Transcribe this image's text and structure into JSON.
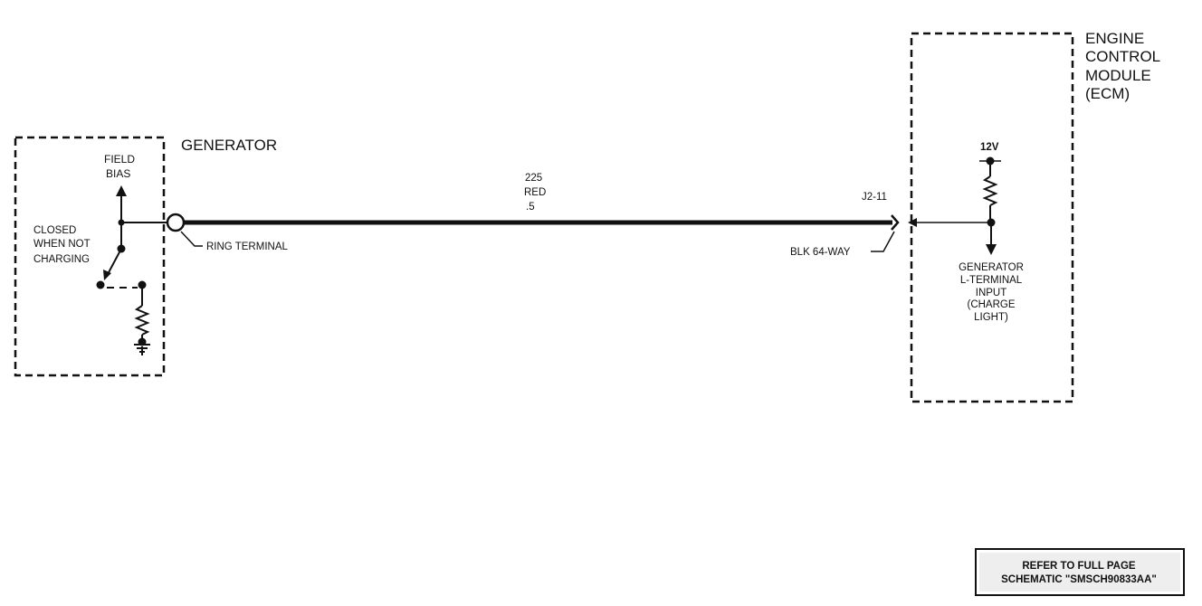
{
  "generator": {
    "title": "GENERATOR",
    "field_bias": [
      "FIELD",
      "BIAS"
    ],
    "closed_when_not_charging": [
      "CLOSED",
      "WHEN NOT",
      "CHARGING"
    ],
    "ring_terminal": "RING TERMINAL"
  },
  "wire": {
    "circuit": "225",
    "color": "RED",
    "gauge": ".5"
  },
  "connector": {
    "pin": "J2-11",
    "name": "BLK 64-WAY"
  },
  "ecm": {
    "title": [
      "ENGINE",
      "CONTROL",
      "MODULE",
      "(ECM)"
    ],
    "supply": "12V",
    "input_label": [
      "GENERATOR",
      "L-TERMINAL",
      "INPUT",
      "(CHARGE",
      "LIGHT)"
    ]
  },
  "reference": [
    "REFER TO FULL PAGE",
    "SCHEMATIC \"SMSCH90833AA\""
  ]
}
